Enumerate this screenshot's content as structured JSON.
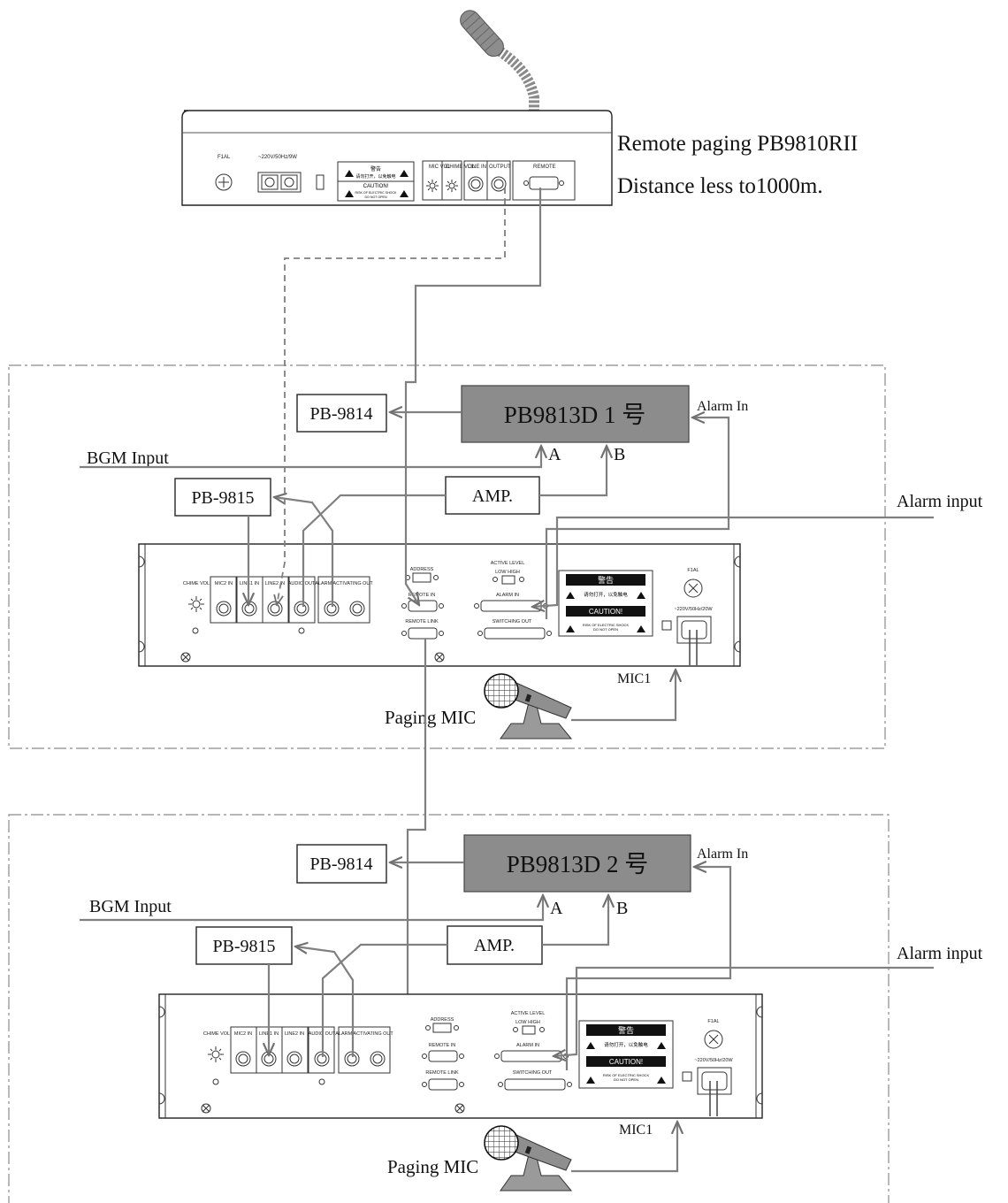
{
  "remote": {
    "caption_line1": "Remote paging PB9810RII",
    "caption_line2": "Distance less to1000m.",
    "panel": {
      "fuse": "F1AL",
      "power": "~220V/50Hz/9W",
      "warning_cn": "警告",
      "warning_cn_sub": "请勿打开，以免触电",
      "caution": "CAUTION!",
      "caution_sub1": "RISK OF ELECTRIC SHOCK",
      "caution_sub2": "DO NOT OPEN",
      "mic_vol": "MIC VOL",
      "chime_vol": "CHIME VOL",
      "line_in": "LINE IN",
      "output": "OUTPUT",
      "remote": "REMOTE"
    }
  },
  "units": [
    {
      "name": "PB9813D 1 号",
      "pb9814": "PB-9814",
      "pb9815": "PB-9815",
      "amp": "AMP.",
      "bgm": "BGM Input",
      "port_a": "A",
      "port_b": "B",
      "alarm_in": "Alarm In",
      "alarm_input": "Alarm input",
      "mic1": "MIC1",
      "paging_mic": "Paging MIC"
    },
    {
      "name": "PB9813D 2 号",
      "pb9814": "PB-9814",
      "pb9815": "PB-9815",
      "amp": "AMP.",
      "bgm": "BGM Input",
      "port_a": "A",
      "port_b": "B",
      "alarm_in": "Alarm In",
      "alarm_input": "Alarm input",
      "mic1": "MIC1",
      "paging_mic": "Paging MIC"
    }
  ],
  "rear_panel": {
    "chime_vol": "CHIME VOL",
    "mic2_in": "MIC2 IN",
    "line1_in": "LINE1 IN",
    "line2_in": "LINE2 IN",
    "audio_out": "AUDIO OUT",
    "alarm_activating_out": "ALARM ACTIVATING OUT",
    "address": "ADDRESS",
    "remote_in": "REMOTE IN",
    "remote_link": "REMOTE LINK",
    "active_level": "ACTIVE LEVEL",
    "low_high": "LOW  HIGH",
    "alarm_in": "ALARM IN",
    "switching_out": "SWITCHING  OUT",
    "warning_cn": "警告",
    "warning_cn_sub": "请勿打开，以免触电",
    "caution": "CAUTION!",
    "caution_sub1": "RISK OF ELECTRIC SHOCK",
    "caution_sub2": "DO NOT OPEN",
    "fuse": "F1AL",
    "power": "~220V/50Hz/20W"
  }
}
